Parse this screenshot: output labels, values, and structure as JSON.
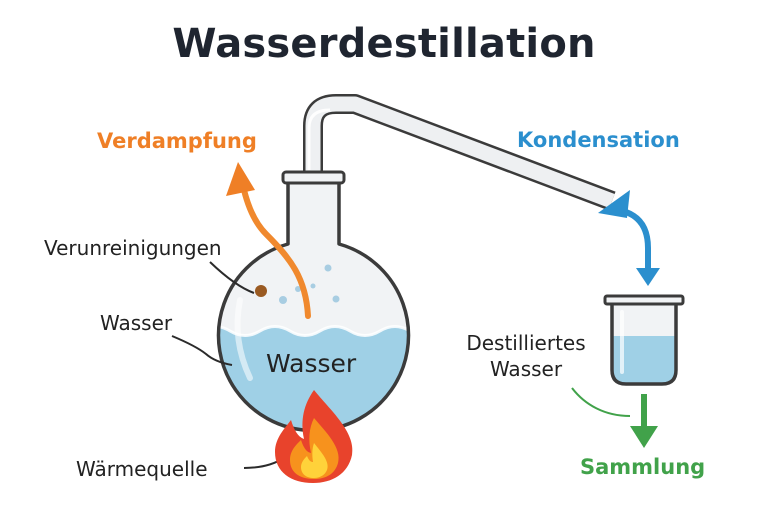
{
  "title": "Wasserdestillation",
  "labels": {
    "evaporation": "Verdampfung",
    "condensation": "Kondensation",
    "impurities": "Verunreinigungen",
    "water_left": "Wasser",
    "water_flask": "Wasser",
    "heat_source": "Wärmequelle",
    "distilled_line1": "Destilliertes",
    "distilled_line2": "Wasser",
    "collection": "Sammlung"
  },
  "colors": {
    "evaporation": "#ef7f26",
    "condensation": "#2b8fce",
    "collection": "#41a24a",
    "water": "#9fd0e6",
    "glass_outline": "#3b3b3b",
    "text_dark": "#222222"
  },
  "icons": {
    "heat": "flame-icon",
    "vapor": "arrow-up-icon",
    "drip": "arrow-down-icon"
  }
}
